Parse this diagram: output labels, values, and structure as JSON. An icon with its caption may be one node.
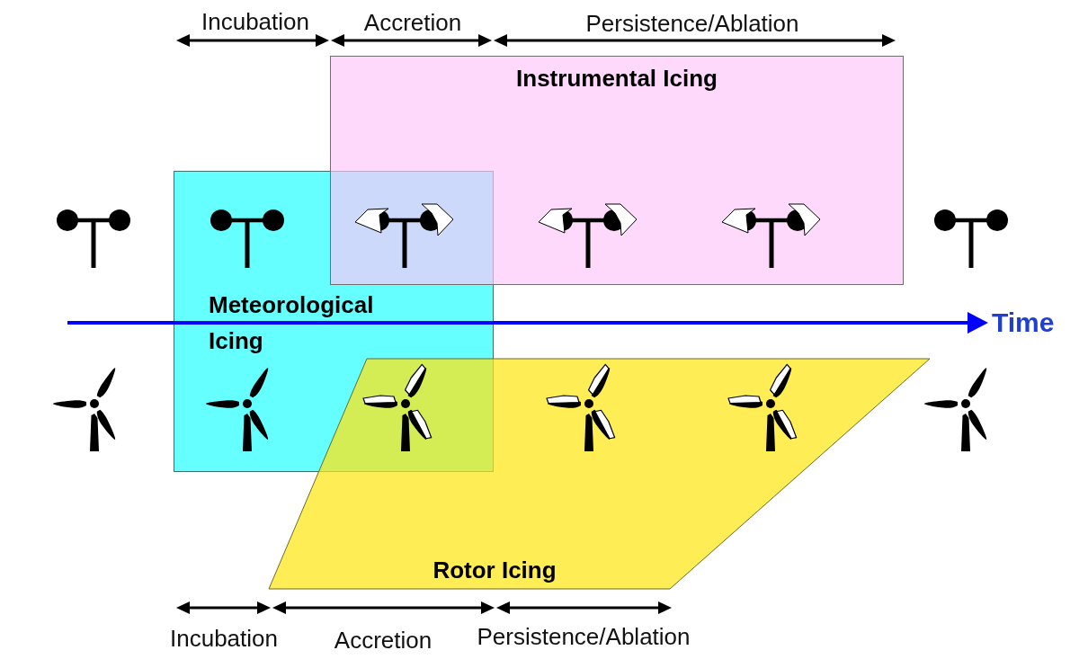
{
  "diagram": {
    "nodes": [
      {
        "text": [
          "Instrumental Icing"
        ]
      },
      {
        "text": [
          "Meteorological Icing"
        ]
      },
      {
        "text": [
          "Rotor Icing"
        ]
      }
    ],
    "labels": [
      "Incubation",
      "Accretion",
      "Persistence/Ablation",
      "Time",
      "Incubation",
      "Accretion",
      "Persistence/Ablation"
    ]
  }
}
